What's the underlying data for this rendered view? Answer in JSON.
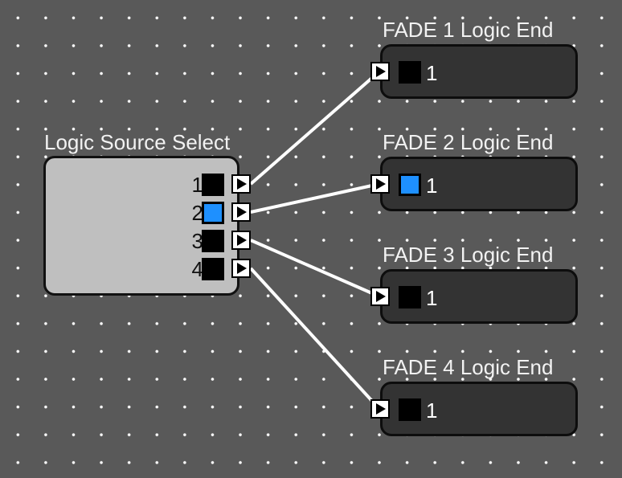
{
  "source": {
    "title": "Logic Source Select",
    "outputs": [
      {
        "label": "1",
        "active": false
      },
      {
        "label": "2",
        "active": true
      },
      {
        "label": "3",
        "active": false
      },
      {
        "label": "4",
        "active": false
      }
    ]
  },
  "ends": [
    {
      "title": "FADE 1  Logic End",
      "input_label": "1",
      "active": false
    },
    {
      "title": "FADE 2  Logic End",
      "input_label": "1",
      "active": true
    },
    {
      "title": "FADE 3  Logic End",
      "input_label": "1",
      "active": false
    },
    {
      "title": "FADE 4  Logic End",
      "input_label": "1",
      "active": false
    }
  ],
  "colors": {
    "background": "#595959",
    "active_indicator": "#1e90ff",
    "wire": "#ffffff",
    "source_block": "#bfbfbf",
    "end_block": "#333333"
  }
}
